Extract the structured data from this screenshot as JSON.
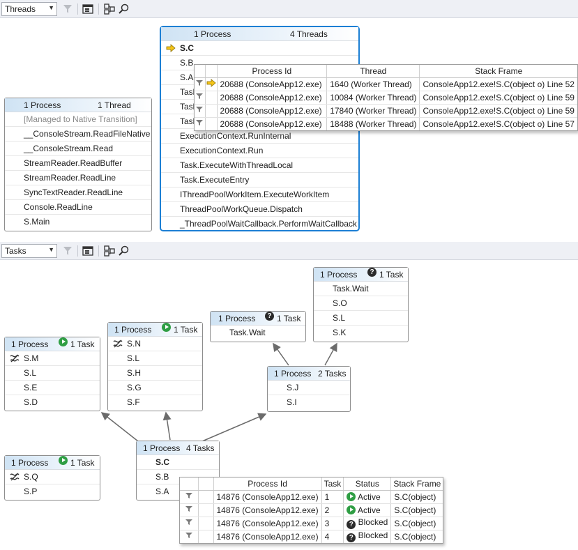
{
  "threads_panel": {
    "view_select": "Threads",
    "nodes": {
      "main": {
        "process_count": "1 Process",
        "thread_count": "4 Threads",
        "frames": [
          "S.C",
          "S.B",
          "S.A",
          "Task",
          "Task",
          "Task",
          "ExecutionContext.RunInternal",
          "ExecutionContext.Run",
          "Task.ExecuteWithThreadLocal",
          "Task.ExecuteEntry",
          "IThreadPoolWorkItem.ExecuteWorkItem",
          "ThreadPoolWorkQueue.Dispatch",
          "_ThreadPoolWaitCallback.PerformWaitCallback"
        ]
      },
      "console": {
        "process_count": "1 Process",
        "thread_count": "1 Thread",
        "frames": [
          "[Managed to Native Transition]",
          "__ConsoleStream.ReadFileNative",
          "__ConsoleStream.Read",
          "StreamReader.ReadBuffer",
          "StreamReader.ReadLine",
          "SyncTextReader.ReadLine",
          "Console.ReadLine",
          "S.Main"
        ]
      }
    },
    "tooltip": {
      "headers": [
        "Process Id",
        "Thread",
        "Stack Frame"
      ],
      "rows": [
        {
          "process": "20688 (ConsoleApp12.exe)",
          "thread": "1640 (Worker Thread)",
          "frame": "ConsoleApp12.exe!S.C(object o) Line 52"
        },
        {
          "process": "20688 (ConsoleApp12.exe)",
          "thread": "10084 (Worker Thread)",
          "frame": "ConsoleApp12.exe!S.C(object o) Line 59"
        },
        {
          "process": "20688 (ConsoleApp12.exe)",
          "thread": "17840 (Worker Thread)",
          "frame": "ConsoleApp12.exe!S.C(object o) Line 59"
        },
        {
          "process": "20688 (ConsoleApp12.exe)",
          "thread": "18488 (Worker Thread)",
          "frame": "ConsoleApp12.exe!S.C(object o) Line 57"
        }
      ]
    }
  },
  "tasks_panel": {
    "view_select": "Tasks",
    "nodes": {
      "sm": {
        "process_count": "1 Process",
        "task_count": "1 Task",
        "frames": [
          "S.M",
          "S.L",
          "S.E",
          "S.D"
        ]
      },
      "sn": {
        "process_count": "1 Process",
        "task_count": "1 Task",
        "frames": [
          "S.N",
          "S.L",
          "S.H",
          "S.G",
          "S.F"
        ]
      },
      "wait1": {
        "process_count": "1 Process",
        "task_count": "1 Task",
        "frames": [
          "Task.Wait"
        ]
      },
      "wait2": {
        "process_count": "1 Process",
        "task_count": "1 Task",
        "frames": [
          "Task.Wait",
          "S.O",
          "S.L",
          "S.K"
        ]
      },
      "sj": {
        "process_count": "1 Process",
        "task_count": "2 Tasks",
        "frames": [
          "S.J",
          "S.I"
        ]
      },
      "sq": {
        "process_count": "1 Process",
        "task_count": "1 Task",
        "frames": [
          "S.Q",
          "S.P"
        ]
      },
      "sc": {
        "process_count": "1 Process",
        "task_count": "4 Tasks",
        "frames": [
          "S.C",
          "S.B",
          "S.A"
        ]
      }
    },
    "tooltip": {
      "headers": [
        "Process Id",
        "Task",
        "Status",
        "Stack Frame"
      ],
      "rows": [
        {
          "process": "14876 (ConsoleApp12.exe)",
          "task": "1",
          "status": "Active",
          "frame": "S.C(object)"
        },
        {
          "process": "14876 (ConsoleApp12.exe)",
          "task": "2",
          "status": "Active",
          "frame": "S.C(object)"
        },
        {
          "process": "14876 (ConsoleApp12.exe)",
          "task": "3",
          "status": "Blocked",
          "frame": "S.C(object)"
        },
        {
          "process": "14876 (ConsoleApp12.exe)",
          "task": "4",
          "status": "Blocked",
          "frame": "S.C(object)"
        }
      ]
    }
  },
  "icons": {
    "toolbar": [
      "filter-icon",
      "stack-frame-icon",
      "toggle-zoom-icon",
      "search-thread-icon"
    ],
    "current_frame": "current-thread-arrow-icon",
    "flag": "flag-icon",
    "awaiting": "awaiting-icon",
    "status_active": "active-status-icon",
    "status_blocked": "blocked-status-icon"
  },
  "colors": {
    "selection_border": "#1c7fd4",
    "active_green": "#2f9e44",
    "current_arrow": "#f5c518"
  }
}
